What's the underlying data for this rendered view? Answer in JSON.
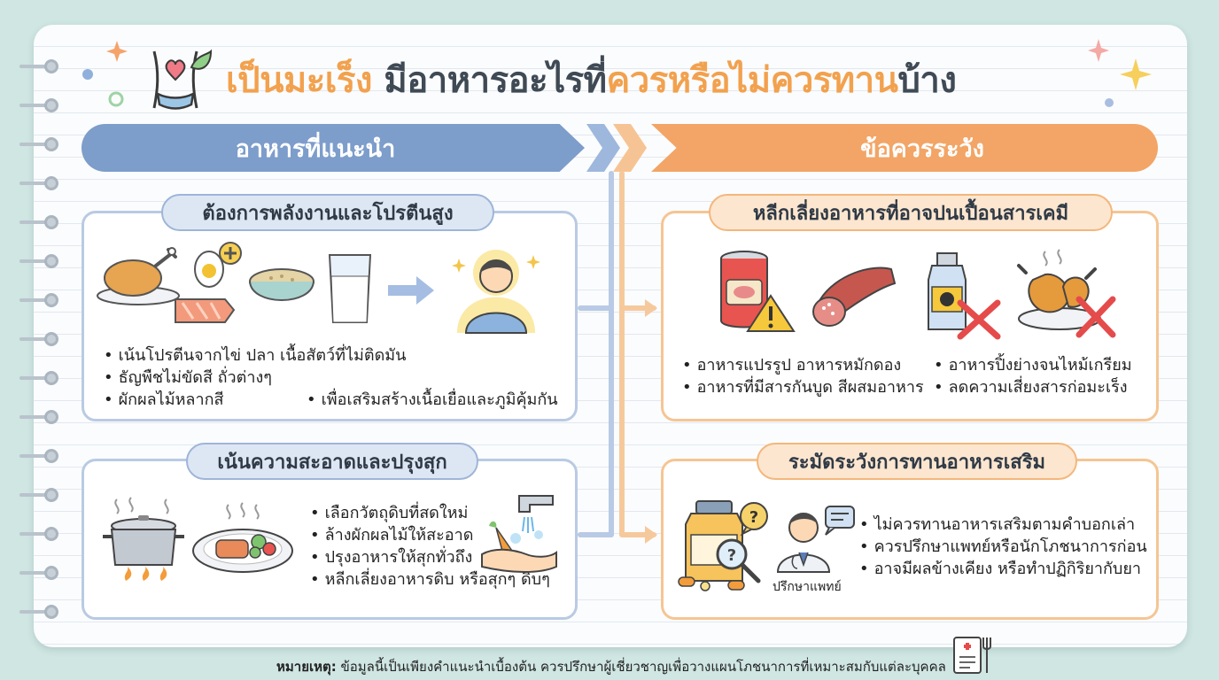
{
  "title": {
    "part1": "เป็นมะเร็ง",
    "part2": "มีอาหารอะไรที่",
    "part3": "ควรหรือไม่ควรทาน",
    "part4": "บ้าง"
  },
  "left_banner": {
    "label": "อาหารที่แนะนำ"
  },
  "right_banner": {
    "label": "ข้อควรระวัง"
  },
  "panels": {
    "energy": {
      "heading": "ต้องการพลังงานและโปรตีนสูง",
      "bullets": [
        "เน้นโปรตีนจากไข่ ปลา เนื้อสัตว์ที่ไม่ติดมัน",
        "ธัญพืชไม่ขัดสี ถั่วต่างๆ",
        "ผักผลไม้หลากสี"
      ],
      "extra_bullet": "เพื่อเสริมสร้างเนื้อเยื่อและภูมิคุ้มกัน"
    },
    "clean": {
      "heading": "เน้นความสะอาดและปรุงสุก",
      "bullets": [
        "เลือกวัตถุดิบที่สดใหม่",
        "ล้างผักผลไม้ให้สะอาด",
        "ปรุงอาหารให้สุกทั่วถึง",
        "หลีกเลี่ยงอาหารดิบ หรือสุกๆ ดิบๆ"
      ]
    },
    "chemical": {
      "heading": "หลีกเลี่ยงอาหารที่อาจปนเปื้อนสารเคมี",
      "bullets_left": [
        "อาหารแปรรูป อาหารหมักดอง",
        "อาหารที่มีสารกันบูด สีผสมอาหาร"
      ],
      "bullets_right": [
        "อาหารปิ้งย่างจนไหม้เกรียม",
        "ลดความเสี่ยงสารก่อมะเร็ง"
      ]
    },
    "supplement": {
      "heading": "ระมัดระวังการทานอาหารเสริม",
      "bullets": [
        "ไม่ควรทานอาหารเสริมตามคำบอกเล่า",
        "ควรปรึกษาแพทย์หรือนักโภชนาการก่อน",
        "อาจมีผลข้างเคียง หรือทำปฏิกิริยากับยา"
      ],
      "doctor_caption": "ปรึกษาแพทย์"
    }
  },
  "footer": {
    "label": "หมายเหตุ:",
    "text": " ข้อมูลนี้เป็นเพียงคำแนะนำเบื้องต้น ควรปรึกษาผู้เชี่ยวชาญเพื่อวางแผนโภชนาการที่เหมาะสมกับแต่ละบุคคล"
  },
  "colors": {
    "blue_accent": "#7d9dcb",
    "orange_accent": "#f2a566",
    "title_orange": "#f2a14e",
    "title_dark": "#3f4a55",
    "background": "#cfe6e2"
  },
  "icons": [
    "waist-heart-icon",
    "roast-chicken-icon",
    "egg-plus-icon",
    "salmon-icon",
    "grain-bowl-icon",
    "milk-glass-icon",
    "right-arrow-icon",
    "healthy-person-icon",
    "cooking-pot-icon",
    "cooked-meal-icon",
    "washing-produce-icon",
    "canned-food-warning-icon",
    "sausage-icon",
    "chemical-bottle-crossed-icon",
    "fried-chicken-crossed-icon",
    "supplement-bottle-icon",
    "doctor-icon",
    "clipboard-food-icon"
  ]
}
